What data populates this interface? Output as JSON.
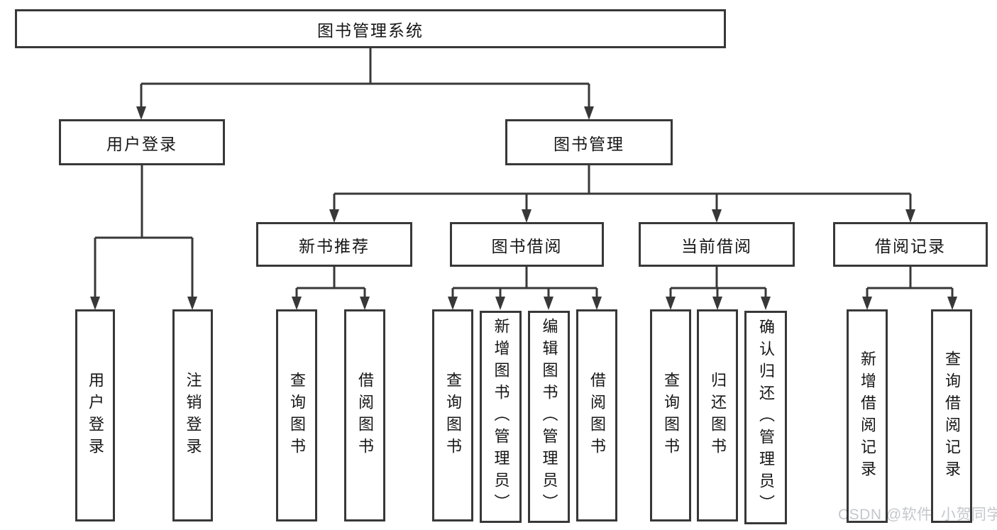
{
  "diagram_title": "图书管理系统",
  "tree": {
    "root": {
      "label": "图书管理系统"
    },
    "level1": [
      {
        "label": "用户登录"
      },
      {
        "label": "图书管理"
      }
    ],
    "level2": [
      {
        "label": "新书推荐"
      },
      {
        "label": "图书借阅"
      },
      {
        "label": "当前借阅"
      },
      {
        "label": "借阅记录"
      }
    ],
    "leaves": {
      "user_login": [
        {
          "label": "用户登录"
        },
        {
          "label": "注销登录"
        }
      ],
      "new_book_recommend": [
        {
          "label": "查询图书"
        },
        {
          "label": "借阅图书"
        }
      ],
      "book_borrow": [
        {
          "label": "查询图书"
        },
        {
          "label": "新增图书（管理员）"
        },
        {
          "label": "编辑图书（管理员）"
        },
        {
          "label": "借阅图书"
        }
      ],
      "current_borrow": [
        {
          "label": "查询图书"
        },
        {
          "label": "归还图书"
        },
        {
          "label": "确认归还（管理员）"
        }
      ],
      "borrow_records": [
        {
          "label": "新增借阅记录"
        },
        {
          "label": "查询借阅记录"
        }
      ]
    }
  },
  "watermark": "CSDN @软件_小贺同学",
  "colors": {
    "line": "#383838",
    "text": "#161616",
    "box_background": "#ffffff",
    "watermark": "#c4c7cc"
  }
}
